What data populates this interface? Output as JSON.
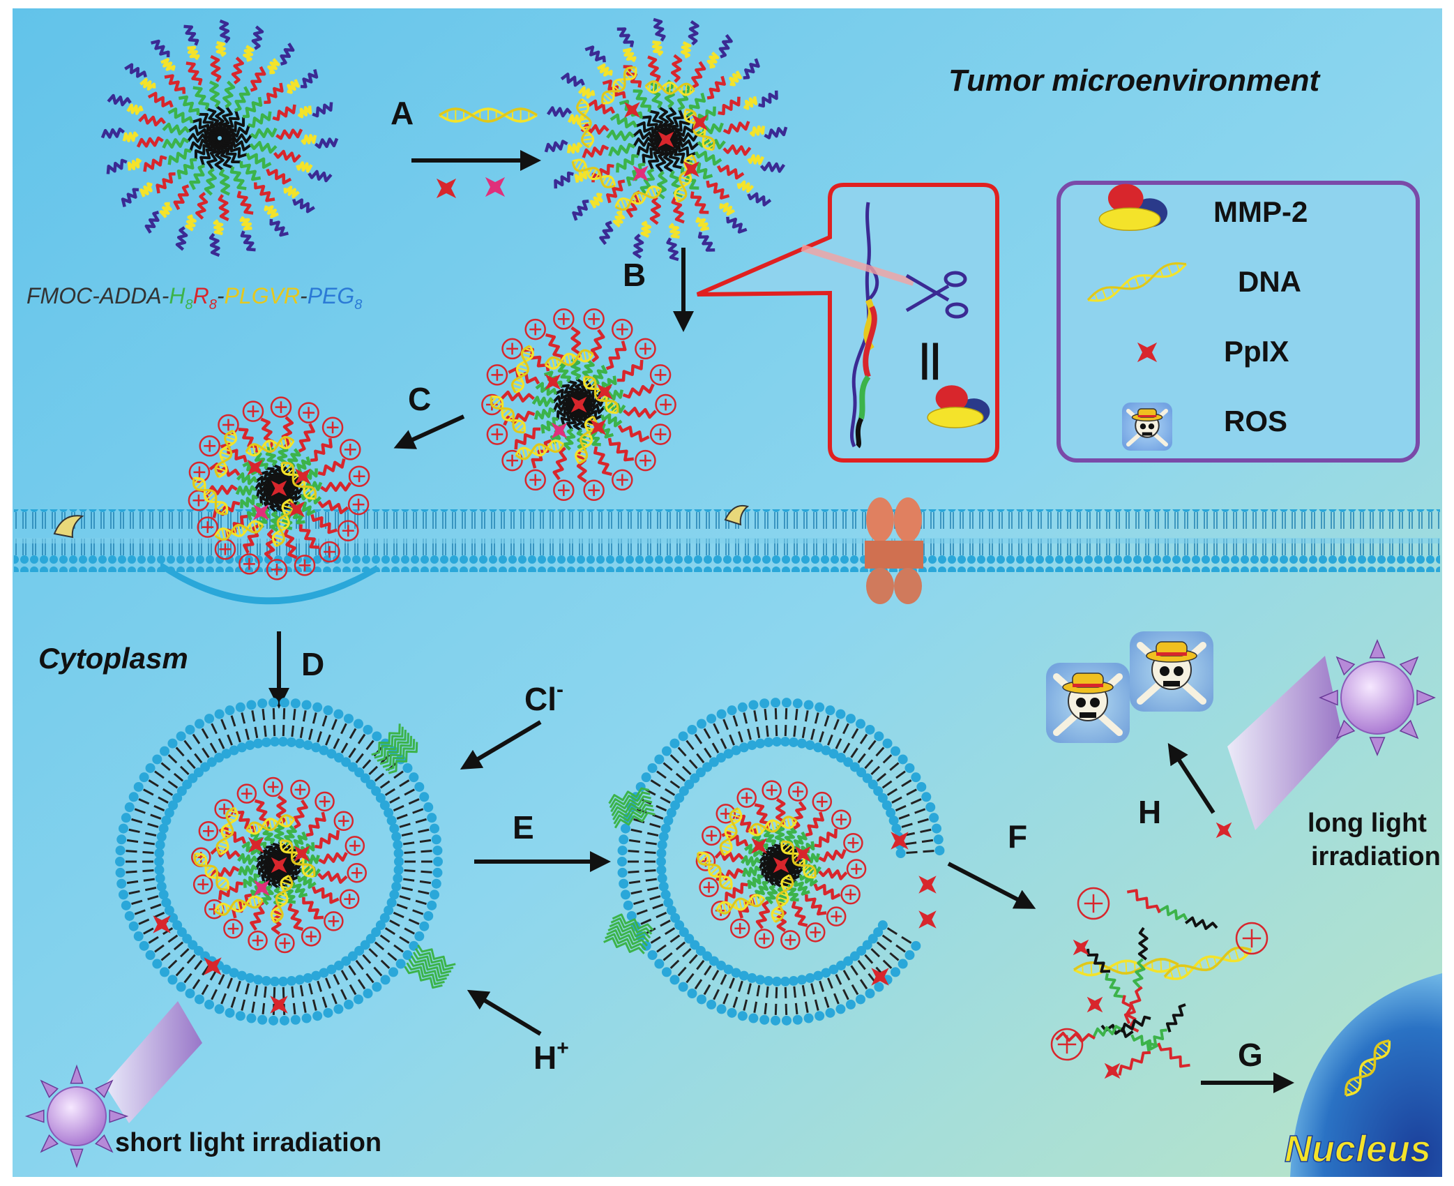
{
  "labels": {
    "tumor_env": "Tumor microenvironment",
    "cytoplasm": "Cytoplasm",
    "step_a": "A",
    "step_b": "B",
    "step_c": "C",
    "step_d": "D",
    "step_e": "E",
    "step_f": "F",
    "step_g": "G",
    "step_h": "H",
    "cl_ion": "Cl",
    "cl_sup": "-",
    "h_ion": "H",
    "h_sup": "+",
    "short_light": "short light irradiation",
    "long_light_1": "long light",
    "long_light_2": "irradiation",
    "nucleus": "Nucleus"
  },
  "formula": {
    "part1": "FMOC-ADDA-",
    "h": "H",
    "h_sub": "8",
    "r": "R",
    "r_sub": "8",
    "dash1": "-",
    "plgvr": "PLGVR",
    "dash2": "-",
    "peg": "PEG",
    "peg_sub": "8"
  },
  "legend": {
    "items": [
      {
        "icon": "mmp2-icon",
        "label": "MMP-2"
      },
      {
        "icon": "dna-icon",
        "label": "DNA"
      },
      {
        "icon": "pplx-icon",
        "label": "PpIX"
      },
      {
        "icon": "ros-icon",
        "label": "ROS"
      }
    ]
  },
  "inset": {
    "equals": "||"
  },
  "colors": {
    "background": "#7fd0ec",
    "membrane": "#2aa7d9",
    "dna": "#f4e32a",
    "histidine": "#3cb34a",
    "arginine": "#d8262c",
    "peg": "#3b2a93",
    "charge": "#d8262c",
    "legend_border": "#7a4aa8",
    "inset_border": "#e02020"
  }
}
